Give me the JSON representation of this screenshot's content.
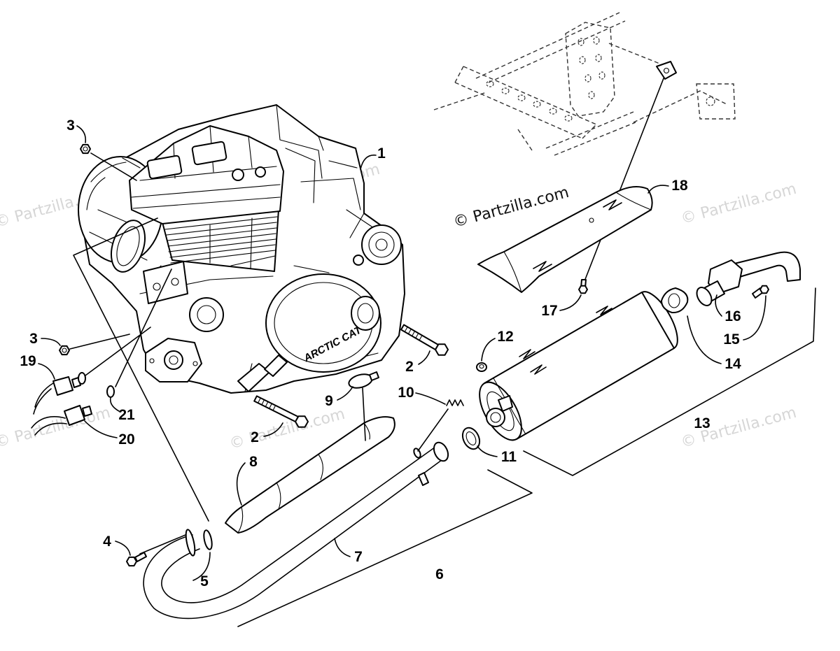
{
  "diagram": {
    "copyright": "© Partzilla.com",
    "watermark": "© Partzilla.com",
    "engine_logo": "ARCTIC CAT",
    "callouts": [
      "1",
      "2",
      "2",
      "3",
      "3",
      "4",
      "5",
      "6",
      "7",
      "8",
      "9",
      "10",
      "11",
      "12",
      "13",
      "14",
      "15",
      "16",
      "17",
      "18",
      "19",
      "20",
      "21"
    ]
  }
}
